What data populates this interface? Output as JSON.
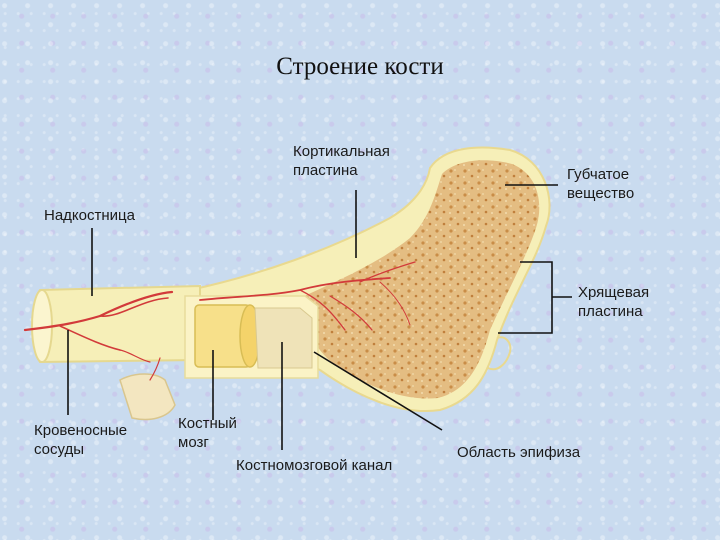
{
  "title": "Строение кости",
  "labels": {
    "cortical": "Кортикальная\nпластина",
    "periosteum": "Надкостница",
    "spongy": "Губчатое\nвещество",
    "cartilage": "Хрящевая\nпластина",
    "vessels": "Кровеносные\nсосуды",
    "marrow": "Костный\nмозг",
    "canal": "Костномозговой канал",
    "epiphysis": "Область эпифиза"
  },
  "colors": {
    "bone_outer": "#f6efb8",
    "spongy": "#e2b97c",
    "spongy_dot": "#c98d47",
    "marrow": "#f7e08a",
    "vessel": "#d23a3a",
    "leader": "#111111"
  }
}
